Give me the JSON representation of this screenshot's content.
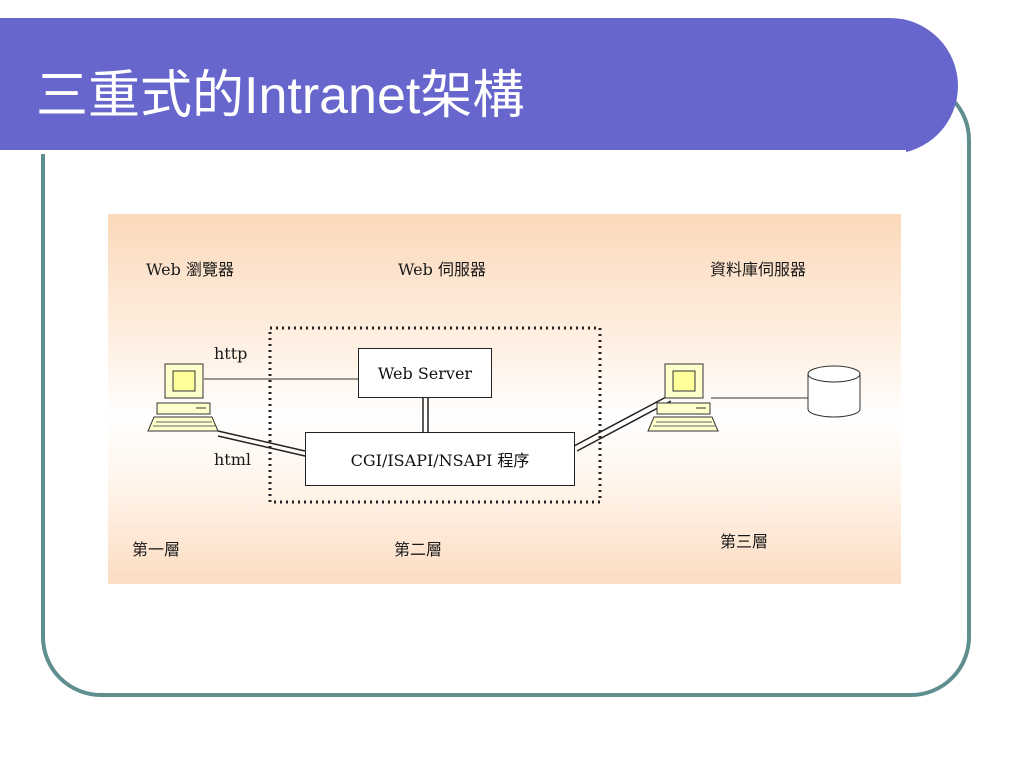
{
  "slide": {
    "title": "三重式的Intranet架構"
  },
  "diagram": {
    "headers": {
      "browser": "Web 瀏覽器",
      "web_server": "Web 伺服器",
      "db_server": "資料庫伺服器"
    },
    "protocols": {
      "request": "http",
      "response": "html"
    },
    "boxes": {
      "web_server": "Web Server",
      "cgi": "CGI/ISAPI/NSAPI 程序"
    },
    "tiers": {
      "first": "第一層",
      "second": "第二層",
      "third": "第三層"
    }
  },
  "colors": {
    "banner": "#6666cc",
    "frame": "#5f8e8e",
    "computer_body": "#ffffcc",
    "screen": "#ffff99"
  }
}
